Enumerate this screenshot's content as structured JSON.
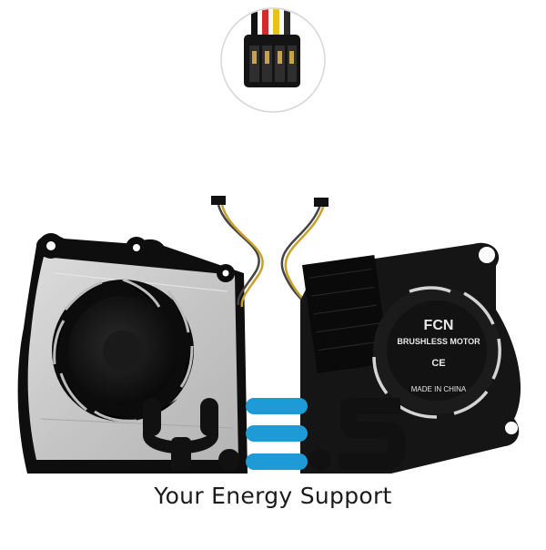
{
  "photo": {
    "inset_label": "connector-closeup",
    "fan_right": {
      "brand": "FCN",
      "motor": "BRUSHLESS MOTOR",
      "certs": "CE",
      "origin": "MADE IN CHINA"
    }
  },
  "logo": {
    "letters": [
      "Y",
      "E",
      "S"
    ],
    "dots": 2,
    "dark_color": "#111111",
    "accent_color": "#1e9bd7"
  },
  "tagline": "Your Energy Support"
}
